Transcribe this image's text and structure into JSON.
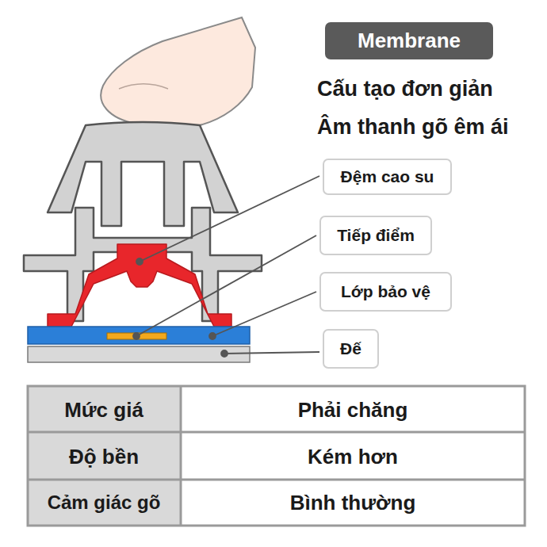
{
  "diagram": {
    "nodes": [
      {
        "text": [
          "Membrane"
        ]
      },
      {
        "text": [
          "Đệm cao su"
        ]
      },
      {
        "text": [
          "Tiếp điểm"
        ]
      },
      {
        "text": [
          "Lớp bảo vệ"
        ]
      },
      {
        "text": [
          "Đế"
        ]
      }
    ],
    "labels": [
      "Cấu tạo đơn giản",
      "Âm thanh gõ êm ái",
      "Mức giá",
      "Phải chăng",
      "Độ bền",
      "Kém hơn",
      "Cảm giác gõ",
      "Bình thường"
    ]
  }
}
